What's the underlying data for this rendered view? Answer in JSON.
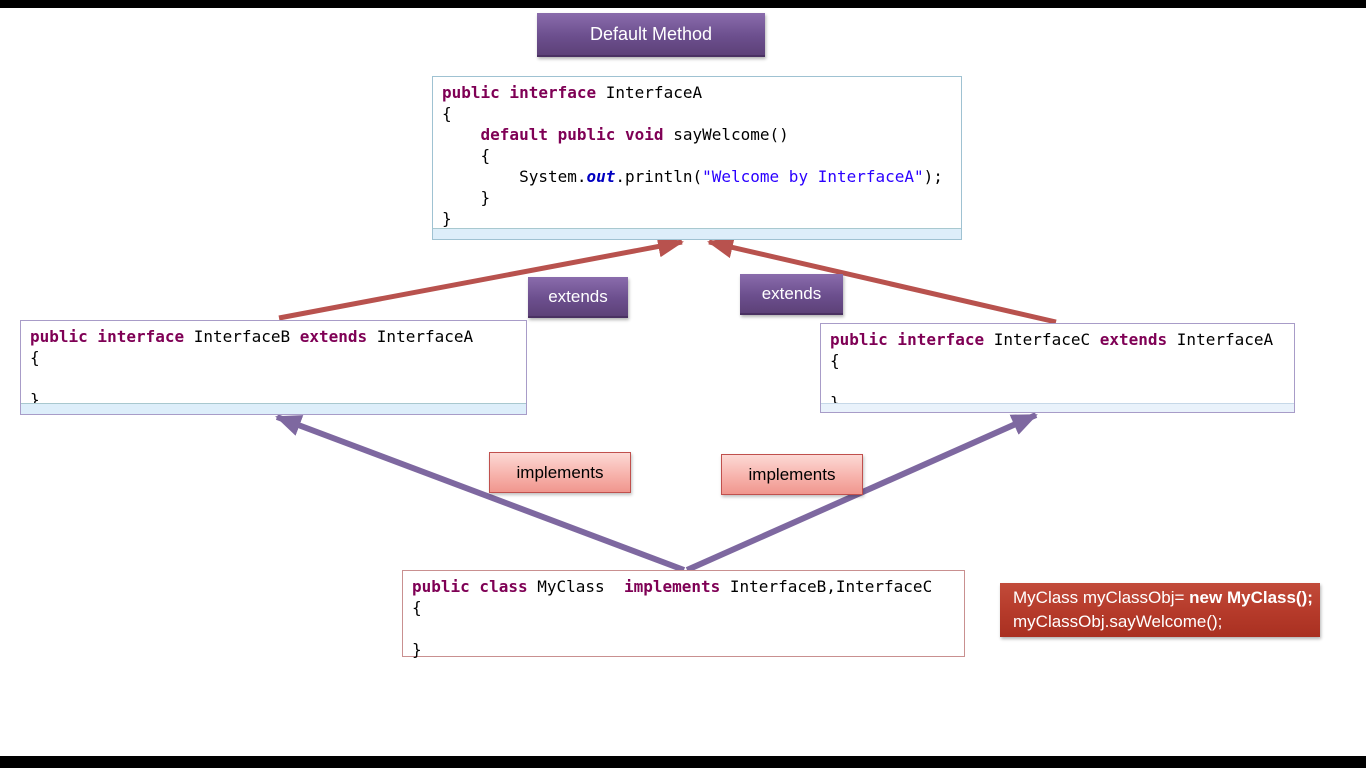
{
  "title": {
    "label": "Default Method"
  },
  "labels": {
    "extends_left": "extends",
    "extends_right": "extends",
    "implements_left": "implements",
    "implements_right": "implements"
  },
  "code": {
    "interfaceA": [
      [
        {
          "c": "kw",
          "t": "public interface "
        },
        {
          "c": "pl",
          "t": "InterfaceA"
        }
      ],
      [
        {
          "c": "pl",
          "t": "{"
        }
      ],
      [
        {
          "c": "pl",
          "t": "    "
        },
        {
          "c": "kw",
          "t": "default public void "
        },
        {
          "c": "pl",
          "t": "sayWelcome()"
        }
      ],
      [
        {
          "c": "pl",
          "t": "    {"
        }
      ],
      [
        {
          "c": "pl",
          "t": "        System."
        },
        {
          "c": "fld",
          "t": "out"
        },
        {
          "c": "pl",
          "t": ".println("
        },
        {
          "c": "str",
          "t": "\"Welcome by InterfaceA\""
        },
        {
          "c": "pl",
          "t": ");"
        }
      ],
      [
        {
          "c": "pl",
          "t": "    }"
        }
      ],
      [
        {
          "c": "pl",
          "t": "}"
        }
      ]
    ],
    "interfaceB": [
      [
        {
          "c": "kw",
          "t": "public interface "
        },
        {
          "c": "pl",
          "t": "InterfaceB "
        },
        {
          "c": "kw",
          "t": "extends "
        },
        {
          "c": "pl",
          "t": "InterfaceA"
        }
      ],
      [
        {
          "c": "pl",
          "t": "{"
        }
      ],
      [],
      [
        {
          "c": "pl",
          "t": "}"
        }
      ]
    ],
    "interfaceC": [
      [
        {
          "c": "kw",
          "t": "public interface "
        },
        {
          "c": "pl",
          "t": "InterfaceC "
        },
        {
          "c": "kw",
          "t": "extends "
        },
        {
          "c": "pl",
          "t": "InterfaceA"
        }
      ],
      [
        {
          "c": "pl",
          "t": "{"
        }
      ],
      [],
      [
        {
          "c": "pl",
          "t": "}"
        }
      ]
    ],
    "myClass": [
      [
        {
          "c": "kw",
          "t": "public class "
        },
        {
          "c": "pl",
          "t": "MyClass  "
        },
        {
          "c": "kw",
          "t": "implements "
        },
        {
          "c": "pl",
          "t": "InterfaceB,InterfaceC"
        }
      ],
      [
        {
          "c": "pl",
          "t": "{"
        }
      ],
      [],
      [
        {
          "c": "pl",
          "t": "}"
        }
      ]
    ]
  },
  "usage_box": {
    "line1_normal": "MyClass myClassObj= ",
    "line1_bold": "new MyClass();",
    "line2": "myClassObj.sayWelcome();"
  },
  "colors": {
    "extends_arrow": "#b8524e",
    "implements_arrow": "#7e68a0",
    "title_bg": "#6c4f8e",
    "implements_bg": "#f5a8a1",
    "usage_bg": "#b53a2a",
    "keyword": "#7f0055",
    "string": "#2a00ff",
    "field": "#0000c0",
    "code_strip": "#ddeefa"
  }
}
